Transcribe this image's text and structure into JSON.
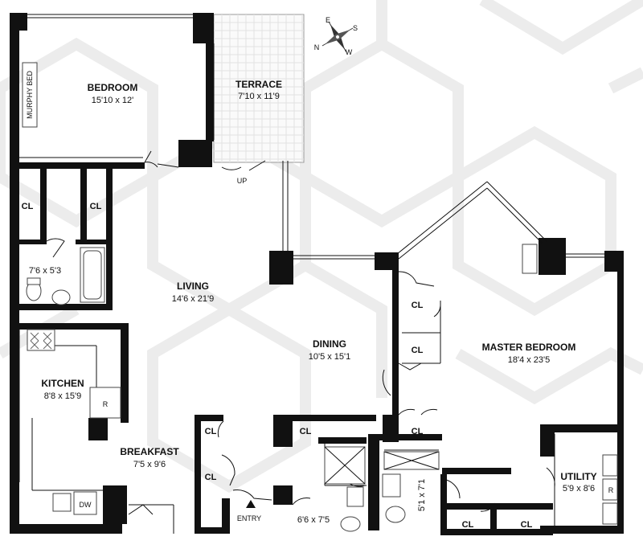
{
  "rooms": {
    "bedroom": {
      "name": "BEDROOM",
      "dim": "15'10 x 12'"
    },
    "terrace": {
      "name": "TERRACE",
      "dim": "7'10 x 11'9"
    },
    "living": {
      "name": "LIVING",
      "dim": "14'6 x 21'9"
    },
    "dining": {
      "name": "DINING",
      "dim": "10'5 x 15'1"
    },
    "master": {
      "name": "MASTER BEDROOM",
      "dim": "18'4 x 23'5"
    },
    "kitchen": {
      "name": "KITCHEN",
      "dim": "8'8 x 15'9"
    },
    "breakfast": {
      "name": "BREAKFAST",
      "dim": "7'5 x 9'6"
    },
    "utility": {
      "name": "UTILITY",
      "dim": "5'9 x 8'6"
    },
    "bath1": {
      "dim": "7'6 x 5'3"
    },
    "bath2": {
      "dim": "6'6 x 7'5"
    },
    "bath3": {
      "dim": "5'1 x 7'1"
    }
  },
  "labels": {
    "murphy_bed": "MURPHY BED",
    "closet": "CL",
    "up": "UP",
    "entry": "ENTRY",
    "dishwasher": "DW",
    "refrigerator": "R"
  },
  "compass": {
    "n": "N",
    "s": "S",
    "w": "W",
    "e": "E"
  }
}
